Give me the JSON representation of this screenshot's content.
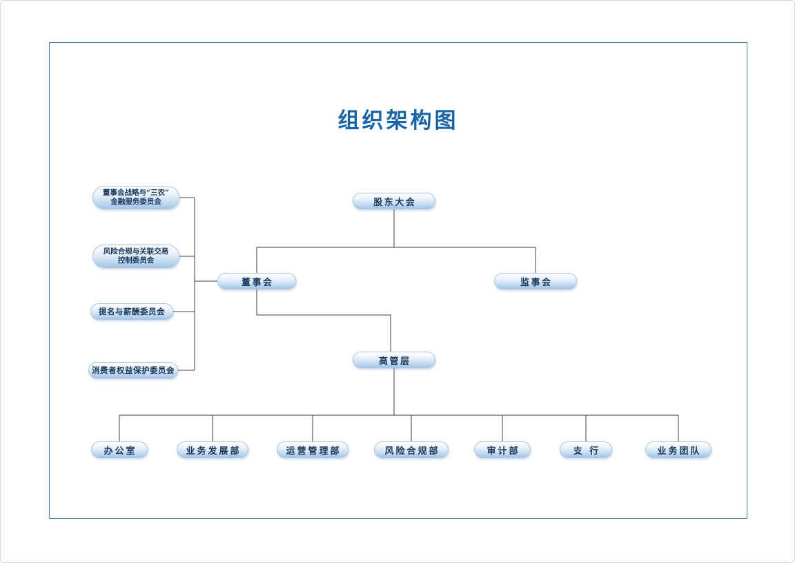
{
  "page": {
    "title": "组织架构图"
  },
  "org": {
    "shareholders": "股东大会",
    "board": "董事会",
    "supervisors": "监事会",
    "senior_management": "高管层"
  },
  "committees": [
    {
      "lines": [
        "董事会战略与“三农”",
        "金融服务委员会"
      ]
    },
    {
      "lines": [
        "风险合规与关联交易",
        "控制委员会"
      ]
    },
    {
      "lines": [
        "提名与薪酬委员会"
      ]
    },
    {
      "lines": [
        "消费者权益保护委员会"
      ]
    }
  ],
  "departments": [
    {
      "label": "办公室"
    },
    {
      "label": "业务发展部"
    },
    {
      "label": "运营管理部"
    },
    {
      "label": "风险合规部"
    },
    {
      "label": "审计部"
    },
    {
      "label": "支 行"
    },
    {
      "label": "业务团队"
    }
  ],
  "colors": {
    "title_text": "#1563a8",
    "frame_border": "#4a7ebf",
    "node_fill_top": "#ffffff",
    "node_fill_bottom": "#a3c4e4",
    "node_text": "#17375e",
    "connector": "#3f3f3f"
  }
}
